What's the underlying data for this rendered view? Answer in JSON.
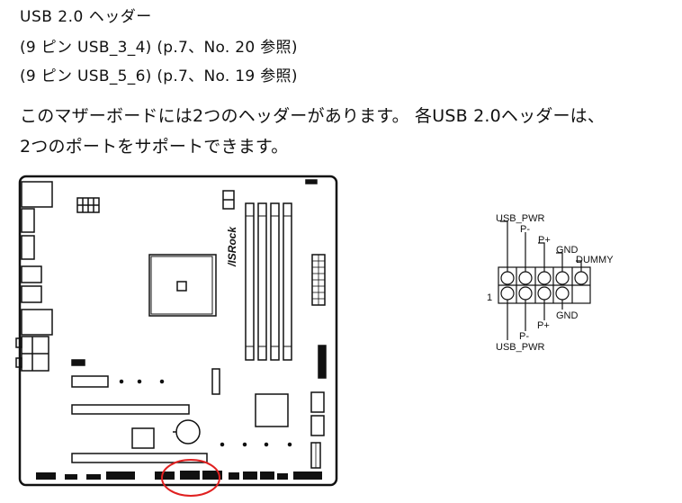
{
  "section_title": "USB 2.0 ヘッダー",
  "header_refs": [
    "(9 ピン USB_3_4) (p.7、No. 20 参照)",
    "(9 ピン USB_5_6) (p.7、No. 19 参照)"
  ],
  "description": [
    "このマザーボードには2つのヘッダーがあります。 各USB 2.0ヘッダーは、",
    "2つのポートをサポートできます。"
  ],
  "board_logo": "/ISRock",
  "pinout": {
    "top_labels": [
      "USB_PWR",
      "P-",
      "P+",
      "GND",
      "DUMMY"
    ],
    "bottom_labels": [
      "GND",
      "P+",
      "P-",
      "USB_PWR"
    ],
    "pin1_label": "1"
  },
  "colors": {
    "highlight_circle": "#e02020"
  }
}
